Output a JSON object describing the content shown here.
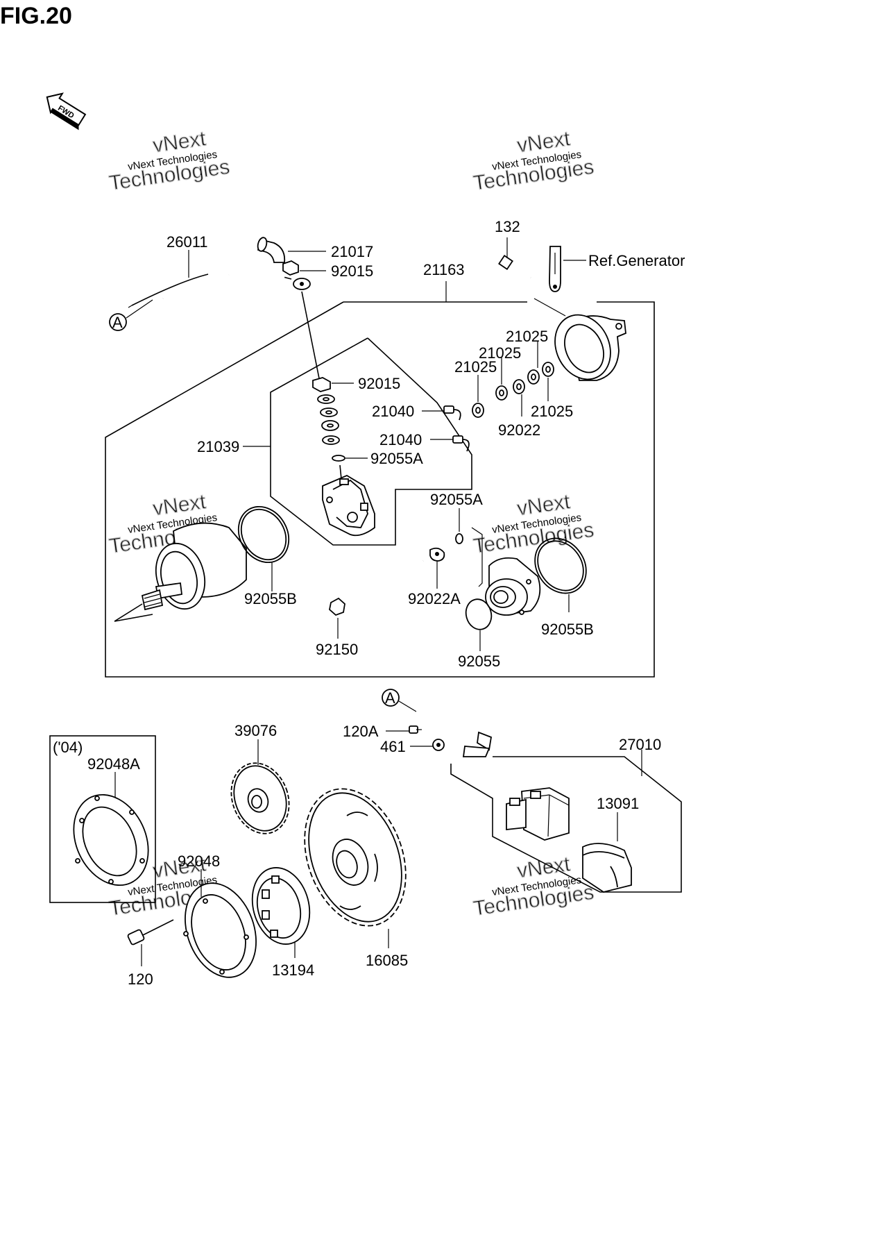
{
  "figure": {
    "title": "FIG.20",
    "fwd_label": "FWD",
    "section_marker": "A"
  },
  "watermark": {
    "line1": "vNext Technologies",
    "line2": "vNext",
    "line3": "Technologies"
  },
  "labels": {
    "p26011": "26011",
    "p21017": "21017",
    "p92015a": "92015",
    "p21163": "21163",
    "p132": "132",
    "ref_generator": "Ref.Generator",
    "p21025a": "21025",
    "p21025b": "21025",
    "p21025c": "21025",
    "p21025d": "21025",
    "p92015b": "92015",
    "p21040a": "21040",
    "p21040b": "21040",
    "p92022": "92022",
    "p21039": "21039",
    "p92055A_a": "92055A",
    "p92055A_b": "92055A",
    "p92055B_a": "92055B",
    "p92022A": "92022A",
    "p92150": "92150",
    "p92055": "92055",
    "p92055B_b": "92055B",
    "year_note": "('04)",
    "p92048A": "92048A",
    "p39076": "39076",
    "p120A": "120A",
    "p461": "461",
    "p27010": "27010",
    "p13091": "13091",
    "p92048": "92048",
    "p120": "120",
    "p13194": "13194",
    "p16085": "16085"
  }
}
